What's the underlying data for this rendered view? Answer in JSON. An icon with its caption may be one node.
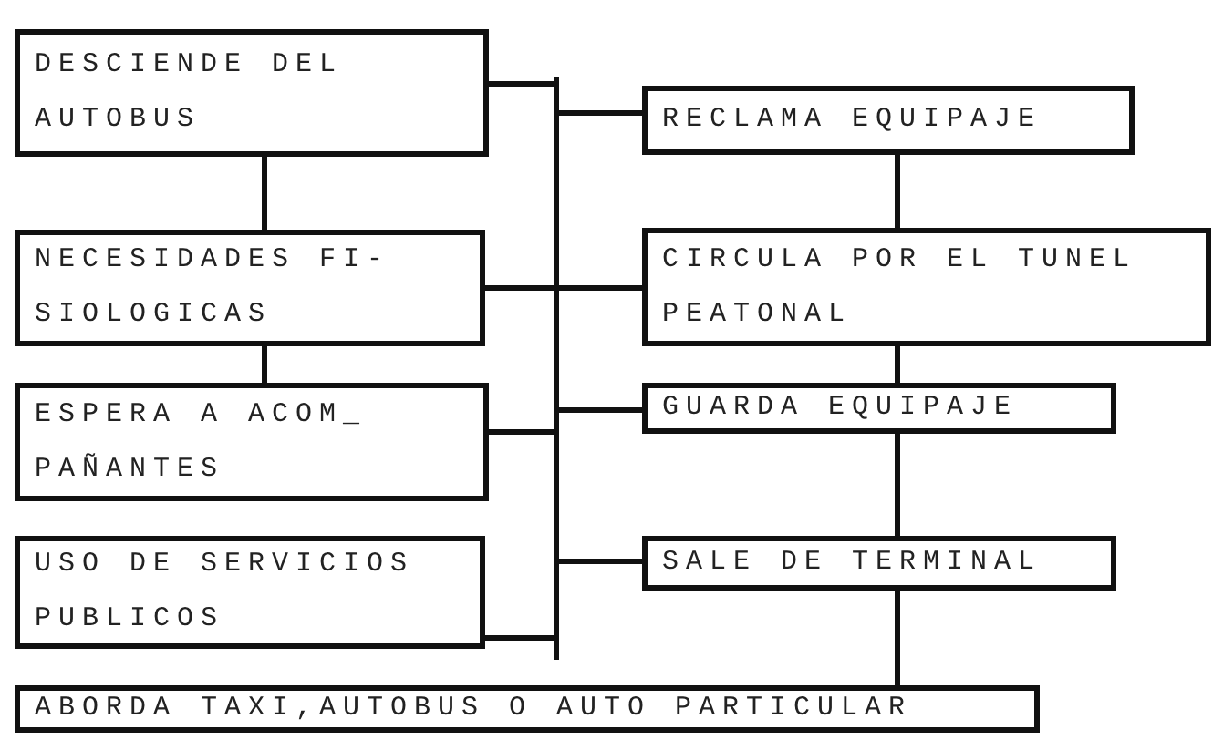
{
  "diagram": {
    "nodes": [
      {
        "text": [
          "DESCIENDE DEL AUTOBUS"
        ]
      },
      {
        "text": [
          "NECESIDADES FI- SIOLOGICAS"
        ]
      },
      {
        "text": [
          "ESPERA A ACOM_ PAÑANTES"
        ]
      },
      {
        "text": [
          "USO DE SERVICIOS PUBLICOS"
        ]
      },
      {
        "text": [
          "RECLAMA EQUIPAJE"
        ]
      },
      {
        "text": [
          "CIRCULA POR EL TUNEL PEATONAL"
        ]
      },
      {
        "text": [
          "GUARDA EQUIPAJE"
        ]
      },
      {
        "text": [
          "SALE DE TERMINAL"
        ]
      },
      {
        "text": [
          "ABORDA TAXI,AUTOBUS O AUTO PARTICULAR"
        ]
      }
    ],
    "edges": [
      {
        "from": 0,
        "to": 1,
        "arrow": "none"
      },
      {
        "from": 1,
        "to": 2,
        "arrow": "none"
      },
      {
        "from": 0,
        "to": 4,
        "arrow": "none"
      },
      {
        "from": 0,
        "to": 5,
        "arrow": "none"
      },
      {
        "from": 0,
        "to": 6,
        "arrow": "none"
      },
      {
        "from": 0,
        "to": 7,
        "arrow": "none"
      },
      {
        "from": 1,
        "to": 4,
        "arrow": "none"
      },
      {
        "from": 1,
        "to": 5,
        "arrow": "none"
      },
      {
        "from": 1,
        "to": 6,
        "arrow": "none"
      },
      {
        "from": 1,
        "to": 7,
        "arrow": "none"
      },
      {
        "from": 2,
        "to": 4,
        "arrow": "none"
      },
      {
        "from": 2,
        "to": 5,
        "arrow": "none"
      },
      {
        "from": 2,
        "to": 6,
        "arrow": "none"
      },
      {
        "from": 2,
        "to": 7,
        "arrow": "none"
      },
      {
        "from": 3,
        "to": 4,
        "arrow": "none"
      },
      {
        "from": 3,
        "to": 5,
        "arrow": "none"
      },
      {
        "from": 3,
        "to": 6,
        "arrow": "none"
      },
      {
        "from": 3,
        "to": 7,
        "arrow": "none"
      },
      {
        "from": 4,
        "to": 5,
        "arrow": "none"
      },
      {
        "from": 5,
        "to": 6,
        "arrow": "none"
      },
      {
        "from": 6,
        "to": 7,
        "arrow": "none"
      },
      {
        "from": 7,
        "to": 8,
        "arrow": "none"
      }
    ]
  }
}
